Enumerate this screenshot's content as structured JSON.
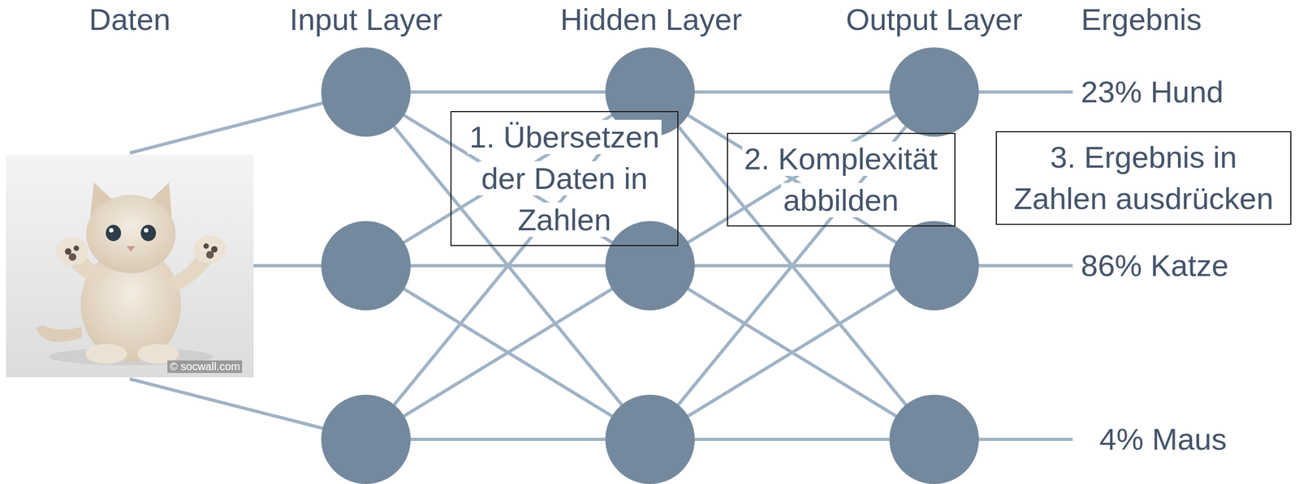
{
  "diagram": {
    "nodes": [
      {
        "text": [
          "1. Übersetzen der Daten in Zahlen"
        ]
      },
      {
        "text": [
          "2. Komplexität abbilden"
        ]
      },
      {
        "text": [
          "3. Ergebnis in Zahlen ausdrücken"
        ]
      }
    ],
    "labels": [
      "Daten",
      "Input Layer",
      "Hidden Layer",
      "Output Layer",
      "Ergebnis",
      "23% Hund",
      "86% Katze",
      "4% Maus",
      "© socwall.com"
    ]
  }
}
